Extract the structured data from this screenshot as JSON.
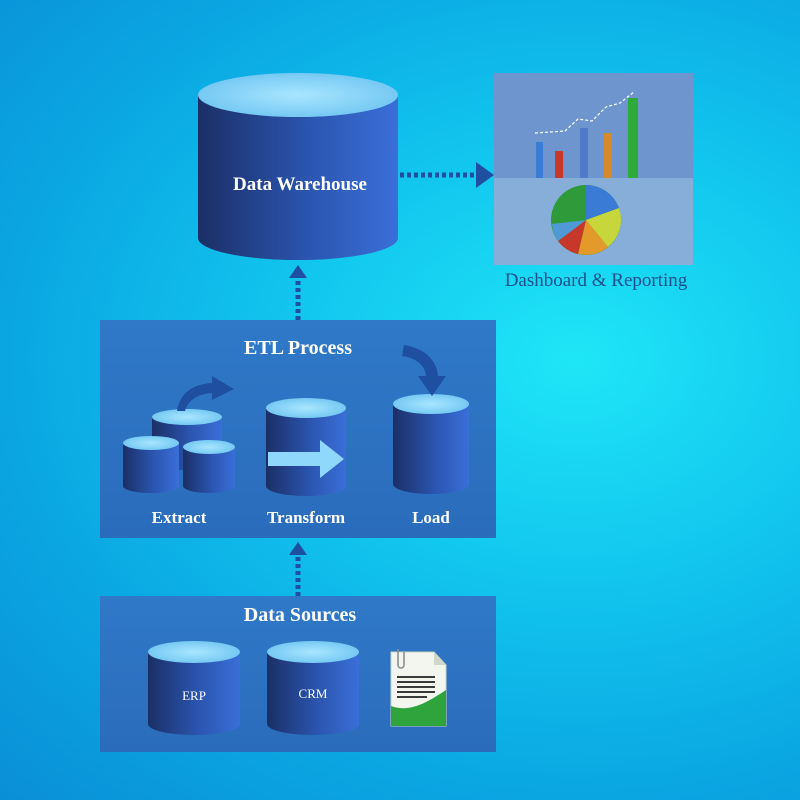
{
  "warehouse": {
    "label": "Data Warehouse"
  },
  "dashboard": {
    "label": "Dashboard & Reporting"
  },
  "etl": {
    "title": "ETL Process",
    "steps": [
      "Extract",
      "Transform",
      "Load"
    ]
  },
  "sources": {
    "title": "Data Sources",
    "items": [
      "ERP",
      "CRM"
    ]
  },
  "colors": {
    "panel": "#2f78c6",
    "cylinder_body": "#2a58b8",
    "cylinder_top": "#8fd8fb",
    "arrow_dots": "#1f4fa0",
    "dashboard_top": "#6f95cf",
    "dashboard_bottom": "#86aed8"
  },
  "icons": [
    "cylinder-icon",
    "arrow-icon",
    "spreadsheet-icon",
    "bar-chart-icon",
    "pie-chart-icon"
  ]
}
